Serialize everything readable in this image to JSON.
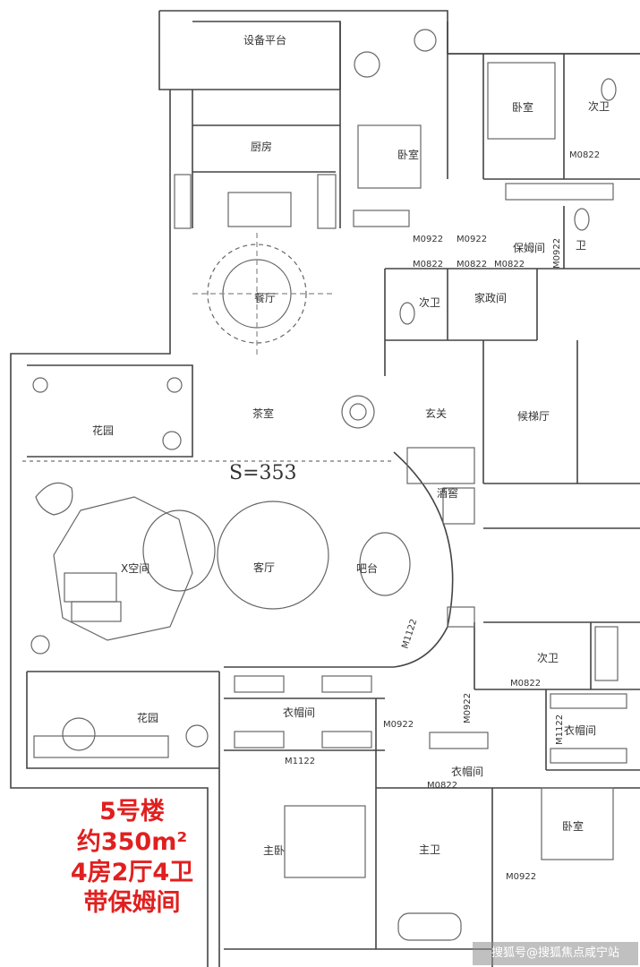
{
  "rooms": {
    "equipment_platform": "设备平台",
    "kitchen": "厨房",
    "bedroom_top_center": "卧室",
    "bedroom_top_right": "卧室",
    "second_bath_top": "次卫",
    "nanny_room": "保姆间",
    "bath_small": "卫",
    "dining": "餐厅",
    "second_bath_mid": "次卫",
    "housekeeping": "家政间",
    "garden_upper": "花园",
    "tea_room": "茶室",
    "foyer": "玄关",
    "elevator_hall": "候梯厅",
    "wine_cellar": "酒窖",
    "x_space": "X空间",
    "living_room": "客厅",
    "bar": "吧台",
    "second_bath_right": "次卫",
    "garden_lower": "花园",
    "cloakroom_left": "衣帽间",
    "cloakroom_right": "衣帽间",
    "cloakroom_master": "衣帽间",
    "master_bedroom": "主卧",
    "master_bath": "主卫",
    "bedroom_lower_right": "卧室"
  },
  "area_label": "S=353",
  "door_codes": {
    "d1": "M0822",
    "d2": "M0922",
    "d3": "M0922",
    "d4": "M0822",
    "d5": "M0822",
    "d6": "M0822",
    "d7": "M1122",
    "d8": "M0922",
    "d9": "M0822",
    "d10": "M1122",
    "d11": "M0922",
    "d12": "M1122",
    "d13": "M0922",
    "d14": "M0822",
    "d15": "M0922"
  },
  "caption": {
    "line1": "5号楼",
    "line2": "约350m²",
    "line3": "4房2厅4卫",
    "line4": "带保姆间"
  },
  "watermark": "搜狐号@搜狐焦点咸宁站",
  "colors": {
    "caption_red": "#e02020",
    "wall": "#444444",
    "fixture": "#666666",
    "dashed": "#8a8a8a"
  }
}
